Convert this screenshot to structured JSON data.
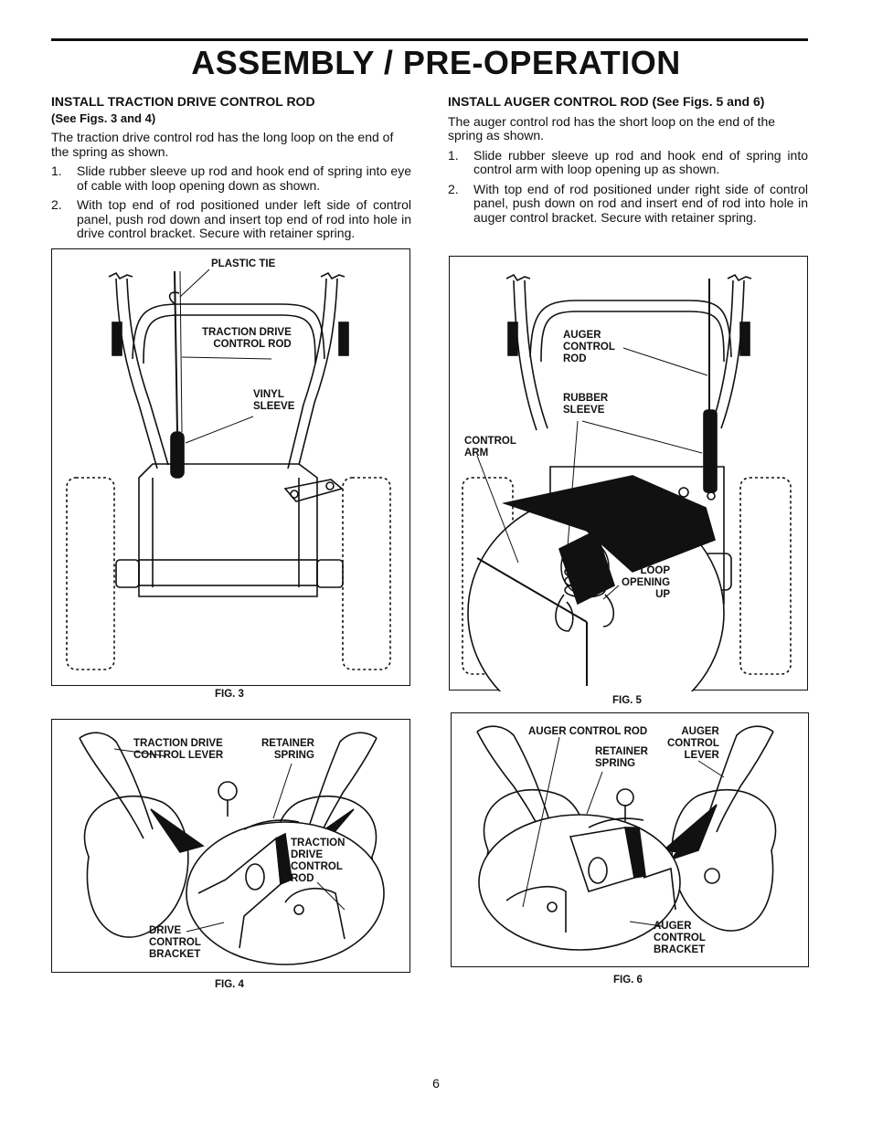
{
  "title": "ASSEMBLY / PRE-OPERATION",
  "left": {
    "heading": "INSTALL TRACTION DRIVE CONTROL ROD",
    "subheading": "(See Figs. 3 and 4)",
    "intro": "The traction drive control rod has the long loop on the end of the spring as shown.",
    "steps": [
      {
        "num": "1.",
        "text": "Slide rubber sleeve up rod and hook end of spring into eye of cable with loop opening down as shown."
      },
      {
        "num": "2.",
        "text": "With top end of rod positioned under left side of control panel, push rod down and insert top end of rod into hole in drive control bracket.  Secure with retainer spring."
      }
    ]
  },
  "right": {
    "heading": "INSTALL AUGER CONTROL ROD (See Figs. 5 and 6)",
    "intro": "The auger control rod has the short loop on the end of the spring as shown.",
    "steps": [
      {
        "num": "1.",
        "text": "Slide rubber sleeve up rod and hook end of spring into control arm with loop opening up as shown."
      },
      {
        "num": "2.",
        "text": "With top end of rod positioned under right side of control panel, push down on rod and insert end of rod into hole in auger control bracket.  Secure with retainer spring."
      }
    ]
  },
  "fig3": {
    "caption": "FIG. 3",
    "labels": {
      "plastic_tie": "PLASTIC TIE",
      "traction_rod": "TRACTION DRIVE\nCONTROL ROD",
      "vinyl_sleeve": "VINYL\nSLEEVE"
    }
  },
  "fig4": {
    "caption": "FIG. 4",
    "labels": {
      "lever": "TRACTION DRIVE\nCONTROL LEVER",
      "retainer": "RETAINER\nSPRING",
      "rod": "TRACTION\nDRIVE\nCONTROL\nROD",
      "bracket": "DRIVE\nCONTROL\nBRACKET"
    }
  },
  "fig5": {
    "caption": "FIG. 5",
    "labels": {
      "auger_rod": "AUGER\nCONTROL\nROD",
      "rubber_sleeve": "RUBBER\nSLEEVE",
      "control_arm": "CONTROL\nARM",
      "loop": "LOOP\nOPENING\nUP"
    }
  },
  "fig6": {
    "caption": "FIG. 6",
    "labels": {
      "auger_rod": "AUGER CONTROL ROD",
      "retainer": "RETAINER\nSPRING",
      "lever": "AUGER\nCONTROL\nLEVER",
      "bracket": "AUGER\nCONTROL\nBRACKET"
    }
  },
  "page_number": "6"
}
